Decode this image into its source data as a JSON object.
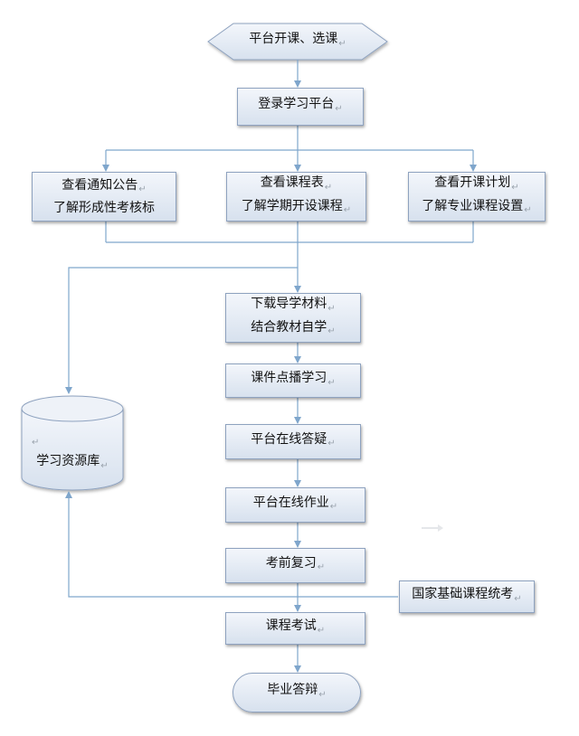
{
  "nodes": {
    "start": "平台开课、选课",
    "login": "登录学习平台",
    "notice": [
      "查看通知公告",
      "了解形成性考核标"
    ],
    "schedule": [
      "查看课程表",
      "了解学期开设课程"
    ],
    "plan": [
      "查看开课计划",
      "了解专业课程设置"
    ],
    "download": [
      "下载导学材料",
      "结合教材自学"
    ],
    "courseware": "课件点播学习",
    "qa": "平台在线答疑",
    "homework": "平台在线作业",
    "review": "考前复习",
    "national_exam": "国家基础课程统考",
    "exam": "课程考试",
    "defense": "毕业答辩",
    "repository": "学习资源库"
  },
  "colors": {
    "node_fill_top": "#f3f6fb",
    "node_fill_bottom": "#d7e1ee",
    "node_border": "#8ea2bf",
    "connector": "#7fa6cc"
  }
}
